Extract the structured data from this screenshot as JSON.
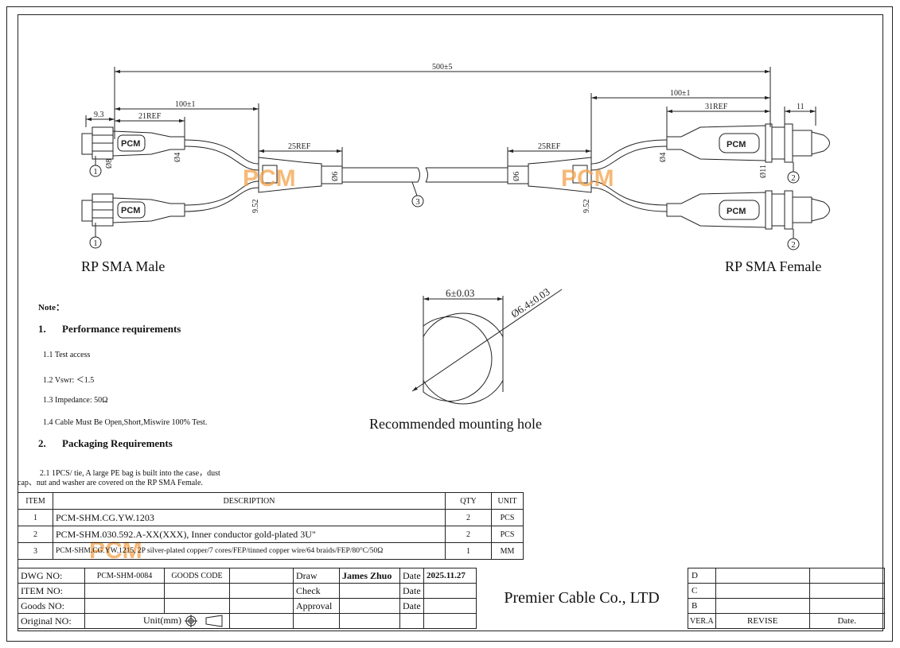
{
  "dimensions": {
    "total_length": "500±5",
    "left_branch": "100±1",
    "right_branch": "100±1",
    "left_connector": "9.3",
    "left_ref": "21REF",
    "right_ref": "31REF",
    "right_nut": "11",
    "splitter_left_ref": "25REF",
    "splitter_right_ref": "25REF",
    "dia_8": "Ø8",
    "dia_4_left": "Ø4",
    "dia_4_right": "Ø4",
    "dia_6_left": "Ø6",
    "dia_6_right": "Ø6",
    "dia_11": "Ø11",
    "h_952_left": "9.52",
    "h_952_right": "9.52"
  },
  "callouts": {
    "c1": "1",
    "c2": "2",
    "c3": "3"
  },
  "brand": "PCM",
  "labels": {
    "left_connector": "RP SMA Male",
    "right_connector": "RP SMA Female",
    "mounting_hole": "Recommended mounting hole",
    "hole_width": "6±0.03",
    "hole_diameter": "Ø6.4±0.03"
  },
  "notes": {
    "title": "Note：",
    "s1_num": "1.",
    "s1_title": "Performance requirements",
    "items": [
      "1.1 Test access",
      "1.2 Vswr: ＜1.5",
      "1.3 Impedance: 50Ω",
      "1.4 Cable Must Be Open,Short,Miswire 100% Test."
    ],
    "s2_num": "2.",
    "s2_title": "Packaging Requirements",
    "p21_line1": "2.1 1PCS/ tie, A large PE bag is built into the case，dust",
    "p21_line2": "cap、nut and washer are covered on the RP SMA Female."
  },
  "bom": {
    "headers": {
      "item": "ITEM",
      "description": "DESCRIPTION",
      "qty": "QTY",
      "unit": "UNIT"
    },
    "rows": [
      {
        "item": "1",
        "description": "PCM-SHM.CG.YW.1203",
        "qty": "2",
        "unit": "PCS"
      },
      {
        "item": "2",
        "description": "PCM-SHM.030.592.A-XX(XXX), Inner conductor gold-plated 3U\"",
        "qty": "2",
        "unit": "PCS"
      },
      {
        "item": "3",
        "description": "PCM-SHM.CG.YW.1215, 2P silver-plated copper/7 cores/FEP/tinned copper wire/64 braids/FEP/80°C/50Ω",
        "qty": "1",
        "unit": "MM"
      }
    ]
  },
  "title_block": {
    "dwg_no_label": "DWG NO:",
    "dwg_no": "PCM-SHM-0084",
    "goods_code_label": "GOODS CODE",
    "item_no_label": "ITEM NO:",
    "goods_no_label": "Goods NO:",
    "original_no_label": "Original NO:",
    "unit_label": "Unit(mm)",
    "draw_label": "Draw",
    "drawer": "James Zhuo",
    "date_label": "Date",
    "draw_date": "2025.11.27",
    "check_label": "Check",
    "approval_label": "Approval",
    "company": "Premier Cable Co., LTD"
  },
  "revisions": {
    "rows": [
      "D",
      "C",
      "B"
    ],
    "ver_label": "VER.A",
    "revise_label": "REVISE",
    "date_label": "Date."
  },
  "colors": {
    "line": "#222222",
    "watermark": "#f4a24a"
  }
}
